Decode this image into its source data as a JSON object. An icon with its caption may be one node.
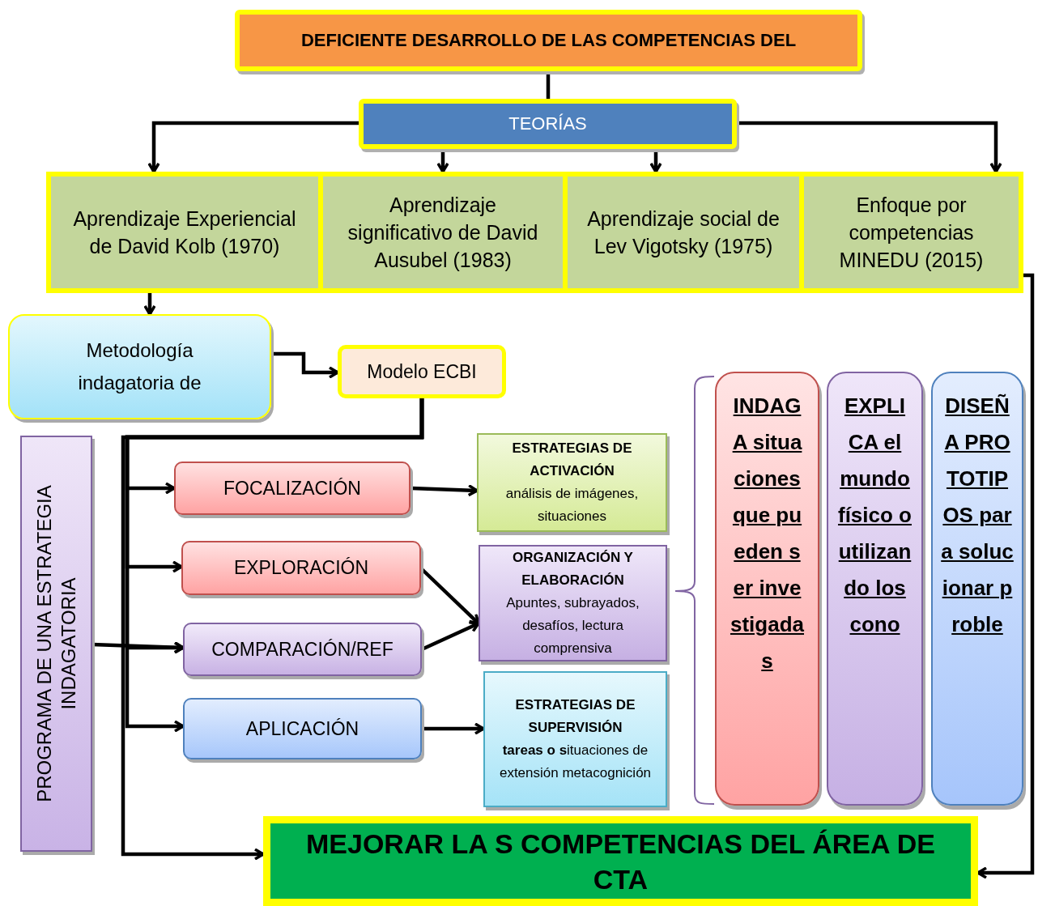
{
  "diagram": {
    "nodes": [
      {
        "text": [
          "DEFICIENTE DESARROLLO DE LAS COMPETENCIAS DEL"
        ]
      },
      {
        "text": [
          "TEORÍAS"
        ]
      },
      {
        "text": [
          "Aprendizaje Experiencial de David Kolb (1970)"
        ]
      },
      {
        "text": [
          "Aprendizaje significativo de David Ausubel (1983)"
        ]
      },
      {
        "text": [
          "Aprendizaje social de Lev Vigotsky (1975)"
        ]
      },
      {
        "text": [
          "Enfoque por competencias MINEDU (2015)"
        ]
      },
      {
        "text": [
          "Metodología indagatoria de"
        ]
      },
      {
        "text": [
          "Modelo ECBI"
        ]
      },
      {
        "text": [
          "PROGRAMA DE UNA ESTRATEGIA INDAGATORIA"
        ]
      },
      {
        "text": [
          "FOCALIZACIÓN"
        ]
      },
      {
        "text": [
          "EXPLORACIÓN"
        ]
      },
      {
        "text": [
          "COMPARACIÓN/REF"
        ]
      },
      {
        "text": [
          "APLICACIÓN"
        ]
      },
      {
        "text": [
          "ESTRATEGIAS DE ACTIVACIÓN",
          "análisis de imágenes, situaciones"
        ]
      },
      {
        "text": [
          "ORGANIZACIÓN Y ELABORACIÓN",
          "Apuntes, subrayados, desafíos, lectura comprensiva"
        ]
      },
      {
        "text": [
          "ESTRATEGIAS DE SUPERVISIÓN",
          "**tareas o s**ituaciones de extensión metacognición"
        ]
      },
      {
        "text": [
          "INDAGA situaciones que pueden ser investigadas"
        ]
      },
      {
        "text": [
          "EXPLICA el mundo físico o utilizando los cono"
        ]
      },
      {
        "text": [
          "DISEÑA PROTOTIPOS para solucionar proble"
        ]
      },
      {
        "text": [
          "MEJORAR LA S COMPETENCIAS DEL ÁREA DE CTA"
        ]
      }
    ],
    "edges": [
      {
        "from": 0,
        "to": 1,
        "arrow": "none"
      },
      {
        "from": 1,
        "to": 2,
        "arrow": "to"
      },
      {
        "from": 1,
        "to": 3,
        "arrow": "to"
      },
      {
        "from": 1,
        "to": 4,
        "arrow": "to"
      },
      {
        "from": 1,
        "to": 5,
        "arrow": "to"
      },
      {
        "from": 2,
        "to": 6,
        "arrow": "to"
      },
      {
        "from": 6,
        "to": 7,
        "arrow": "to"
      },
      {
        "from": 7,
        "to": 9,
        "arrow": "to"
      },
      {
        "from": 7,
        "to": 10,
        "arrow": "to"
      },
      {
        "from": 7,
        "to": 11,
        "arrow": "to"
      },
      {
        "from": 7,
        "to": 12,
        "arrow": "to"
      },
      {
        "from": 7,
        "to": 19,
        "arrow": "to"
      },
      {
        "from": 8,
        "to": 11,
        "arrow": "to"
      },
      {
        "from": 9,
        "to": 13,
        "arrow": "to"
      },
      {
        "from": 10,
        "to": 14,
        "arrow": "to"
      },
      {
        "from": 11,
        "to": 14,
        "arrow": "to"
      },
      {
        "from": 12,
        "to": 15,
        "arrow": "to"
      },
      {
        "from": 5,
        "to": 19,
        "arrow": "to"
      }
    ]
  }
}
